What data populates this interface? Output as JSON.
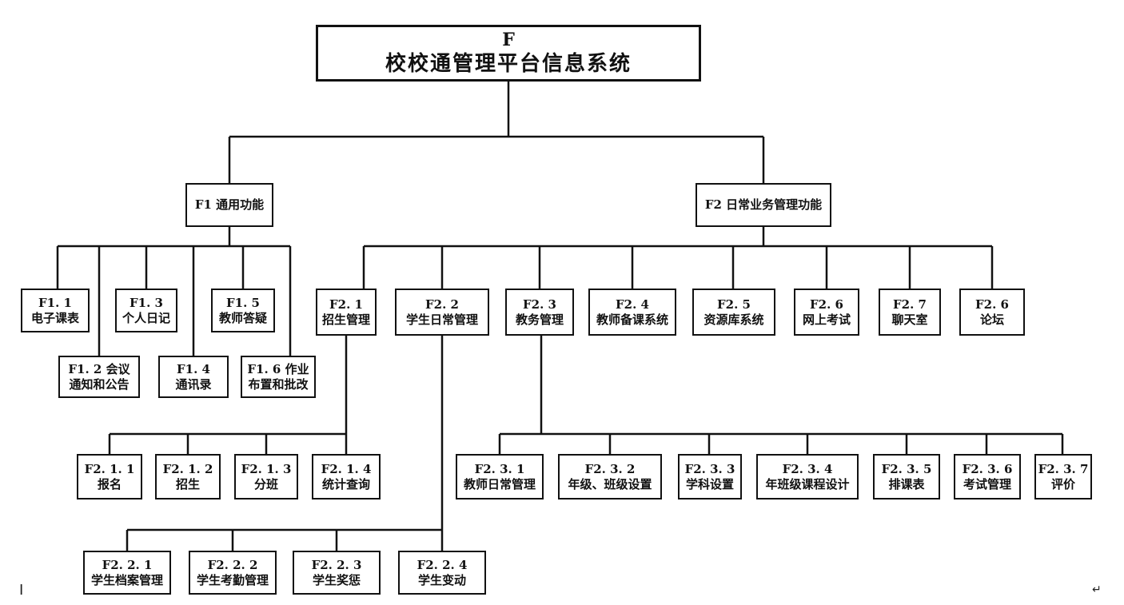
{
  "nodes": {
    "root": {
      "line1": "F",
      "line2": "校校通管理平台信息系统"
    },
    "f1": {
      "line1": "F1 通用功能"
    },
    "f2": {
      "line1": "F2 日常业务管理功能"
    },
    "f1_1": {
      "line1": "F1. 1",
      "line2": "电子课表"
    },
    "f1_2": {
      "line1": "F1. 2 会议",
      "line2": "通知和公告"
    },
    "f1_3": {
      "line1": "F1. 3",
      "line2": "个人日记"
    },
    "f1_4": {
      "line1": "F1. 4",
      "line2": "通讯录"
    },
    "f1_5": {
      "line1": "F1. 5",
      "line2": "教师答疑"
    },
    "f1_6": {
      "line1": "F1. 6 作业",
      "line2": "布置和批改"
    },
    "f2_1": {
      "line1": "F2. 1",
      "line2": "招生管理"
    },
    "f2_2": {
      "line1": "F2. 2",
      "line2": "学生日常管理"
    },
    "f2_3": {
      "line1": "F2. 3",
      "line2": "教务管理"
    },
    "f2_4": {
      "line1": "F2. 4",
      "line2": "教师备课系统"
    },
    "f2_5": {
      "line1": "F2. 5",
      "line2": "资源库系统"
    },
    "f2_6": {
      "line1": "F2. 6",
      "line2": "网上考试"
    },
    "f2_7": {
      "line1": "F2. 7",
      "line2": "聊天室"
    },
    "f2_8": {
      "line1": "F2. 6",
      "line2": "论坛"
    },
    "f2_1_1": {
      "line1": "F2. 1. 1",
      "line2": "报名"
    },
    "f2_1_2": {
      "line1": "F2. 1. 2",
      "line2": "招生"
    },
    "f2_1_3": {
      "line1": "F2. 1. 3",
      "line2": "分班"
    },
    "f2_1_4": {
      "line1": "F2. 1. 4",
      "line2": "统计查询"
    },
    "f2_2_1": {
      "line1": "F2. 2. 1",
      "line2": "学生档案管理"
    },
    "f2_2_2": {
      "line1": "F2. 2. 2",
      "line2": "学生考勤管理"
    },
    "f2_2_3": {
      "line1": "F2. 2. 3",
      "line2": "学生奖惩"
    },
    "f2_2_4": {
      "line1": "F2. 2. 4",
      "line2": "学生变动"
    },
    "f2_3_1": {
      "line1": "F2. 3. 1",
      "line2": "教师日常管理"
    },
    "f2_3_2": {
      "line1": "F2. 3. 2",
      "line2": "年级、班级设置"
    },
    "f2_3_3": {
      "line1": "F2. 3. 3",
      "line2": "学科设置"
    },
    "f2_3_4": {
      "line1": "F2. 3. 4",
      "line2": "年班级课程设计"
    },
    "f2_3_5": {
      "line1": "F2. 3. 5",
      "line2": "排课表"
    },
    "f2_3_6": {
      "line1": "F2. 3. 6",
      "line2": "考试管理"
    },
    "f2_3_7": {
      "line1": "F2. 3. 7",
      "line2": "评价"
    }
  },
  "marks": {
    "cursor": "I",
    "return_symbol": "↵"
  },
  "colors": {
    "line": "#111111",
    "box_border": "#111111",
    "background": "#ffffff"
  }
}
